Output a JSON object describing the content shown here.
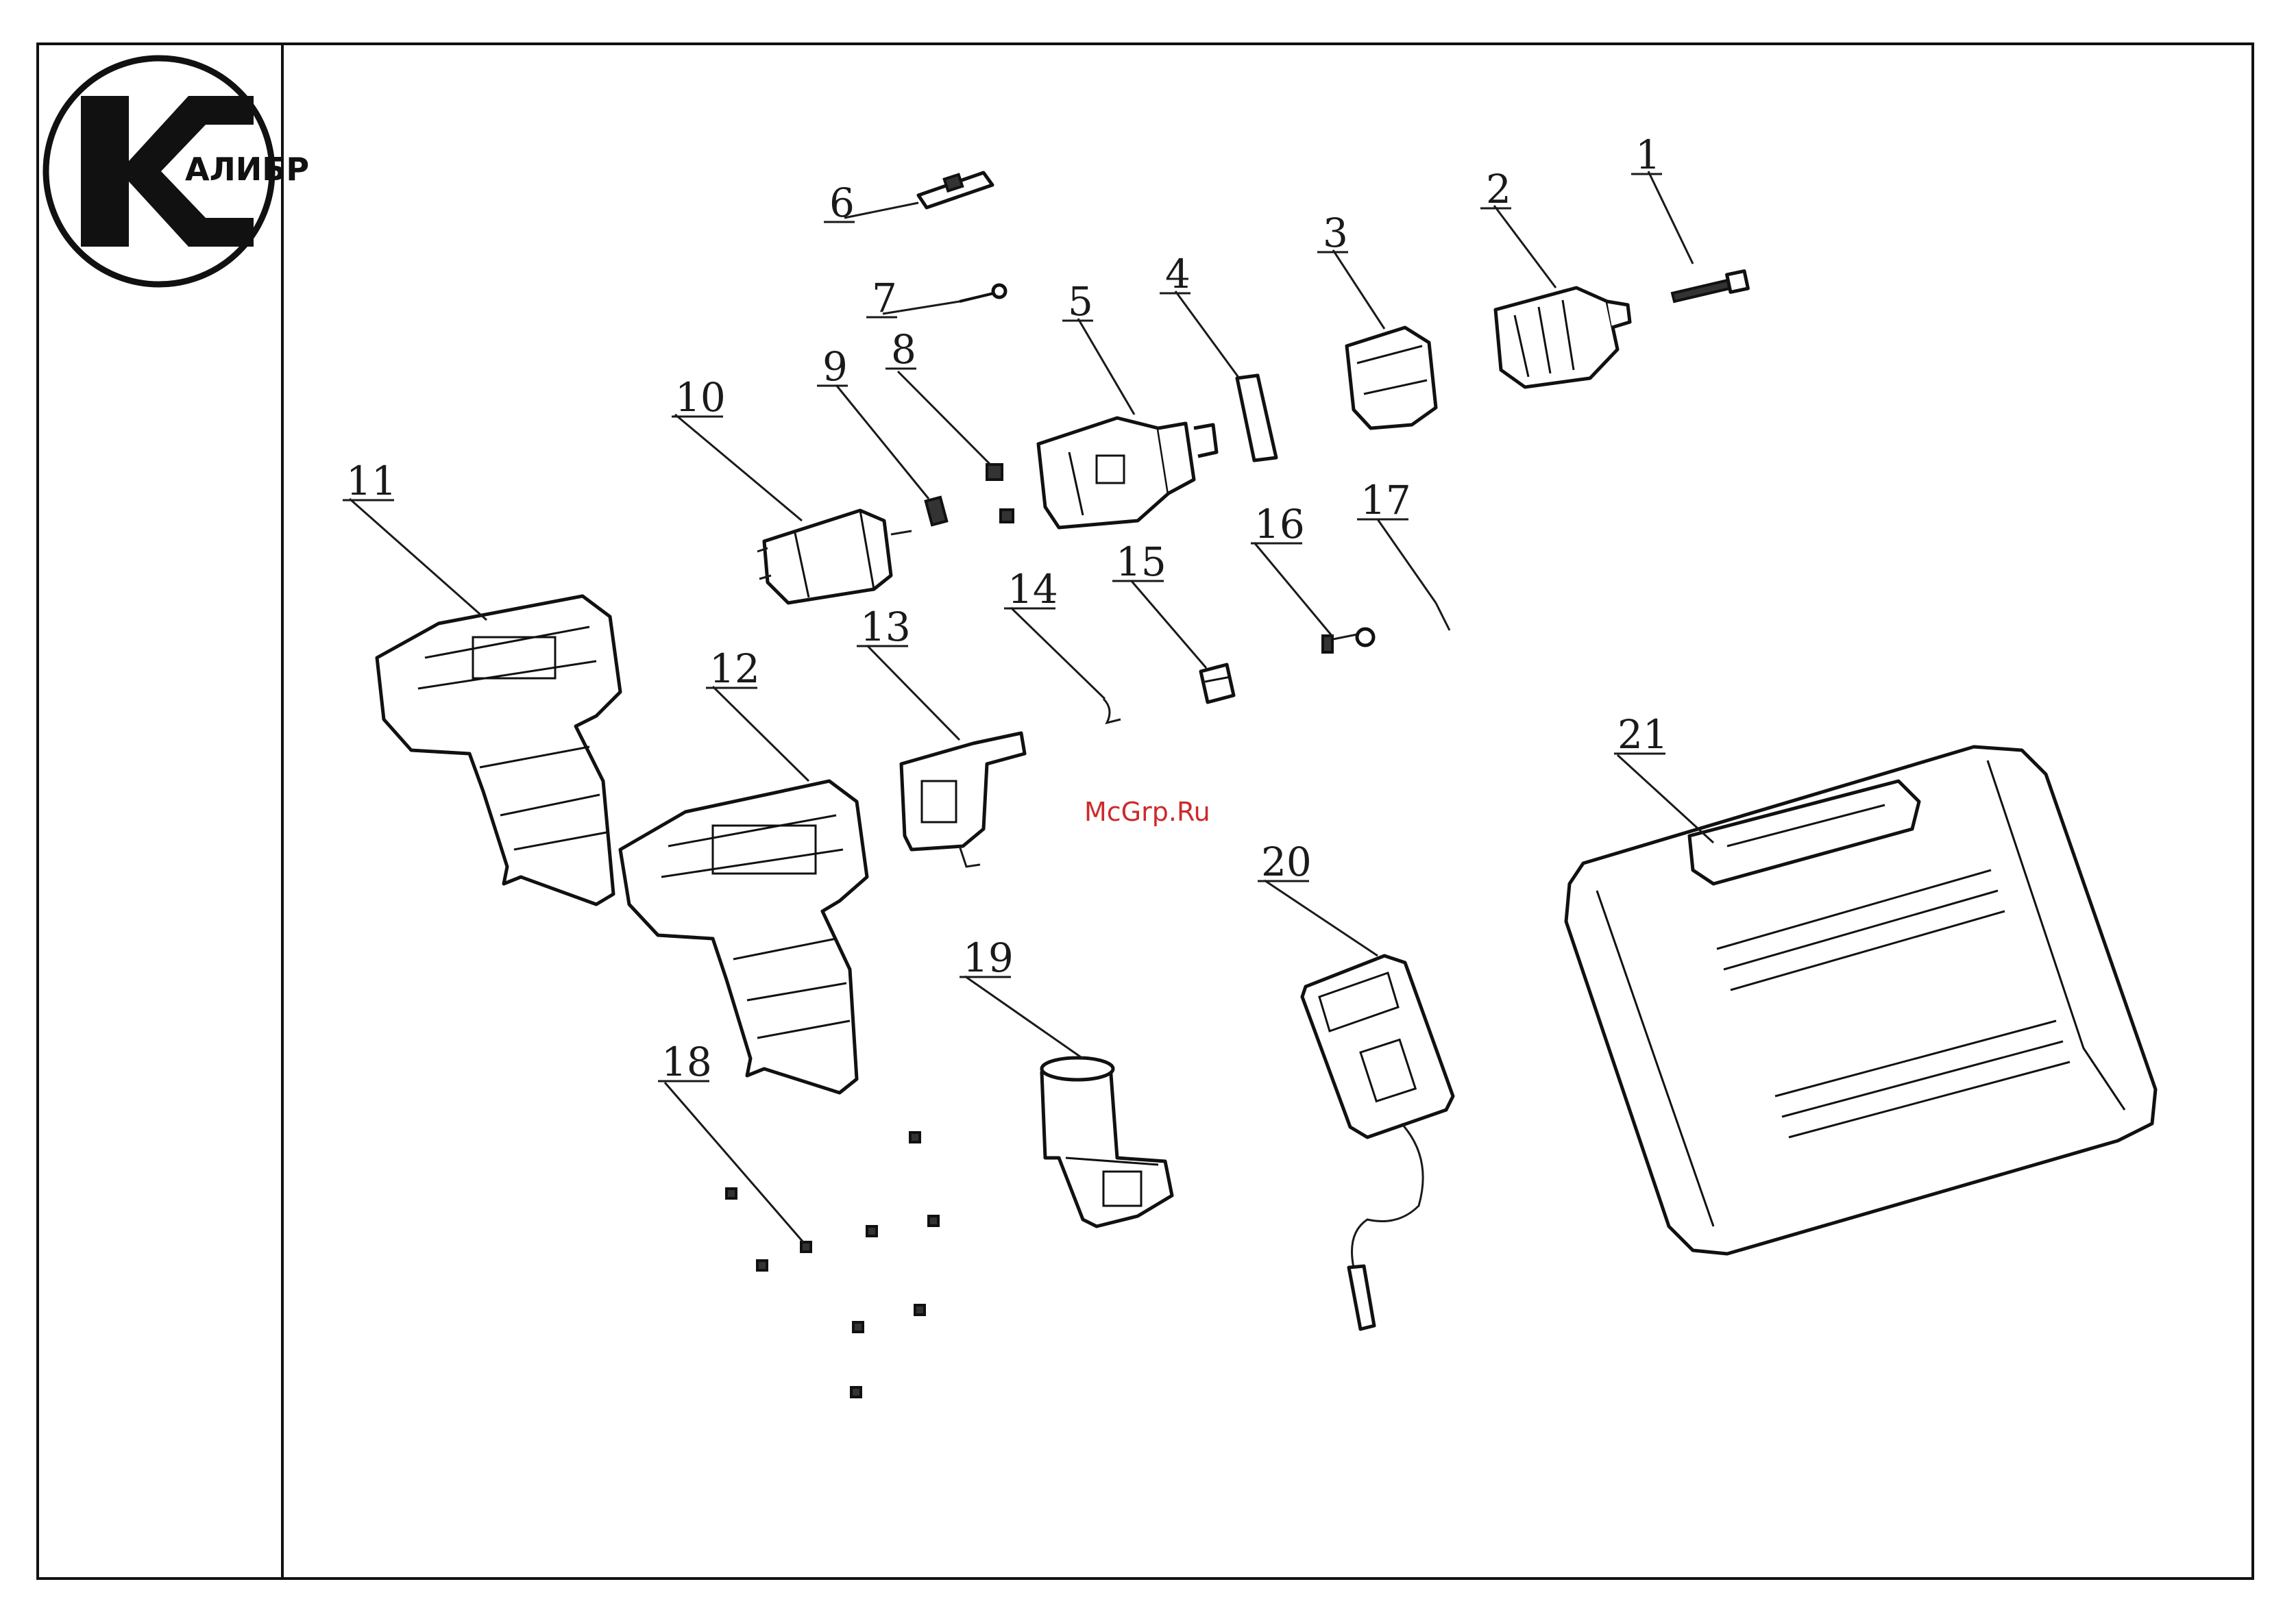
{
  "logo": {
    "text": "АЛИБР"
  },
  "watermark": "McGrp.Ru",
  "callouts": [
    "1",
    "2",
    "3",
    "4",
    "5",
    "6",
    "7",
    "8",
    "9",
    "10",
    "11",
    "12",
    "13",
    "14",
    "15",
    "16",
    "17",
    "18",
    "19",
    "20",
    "21"
  ]
}
